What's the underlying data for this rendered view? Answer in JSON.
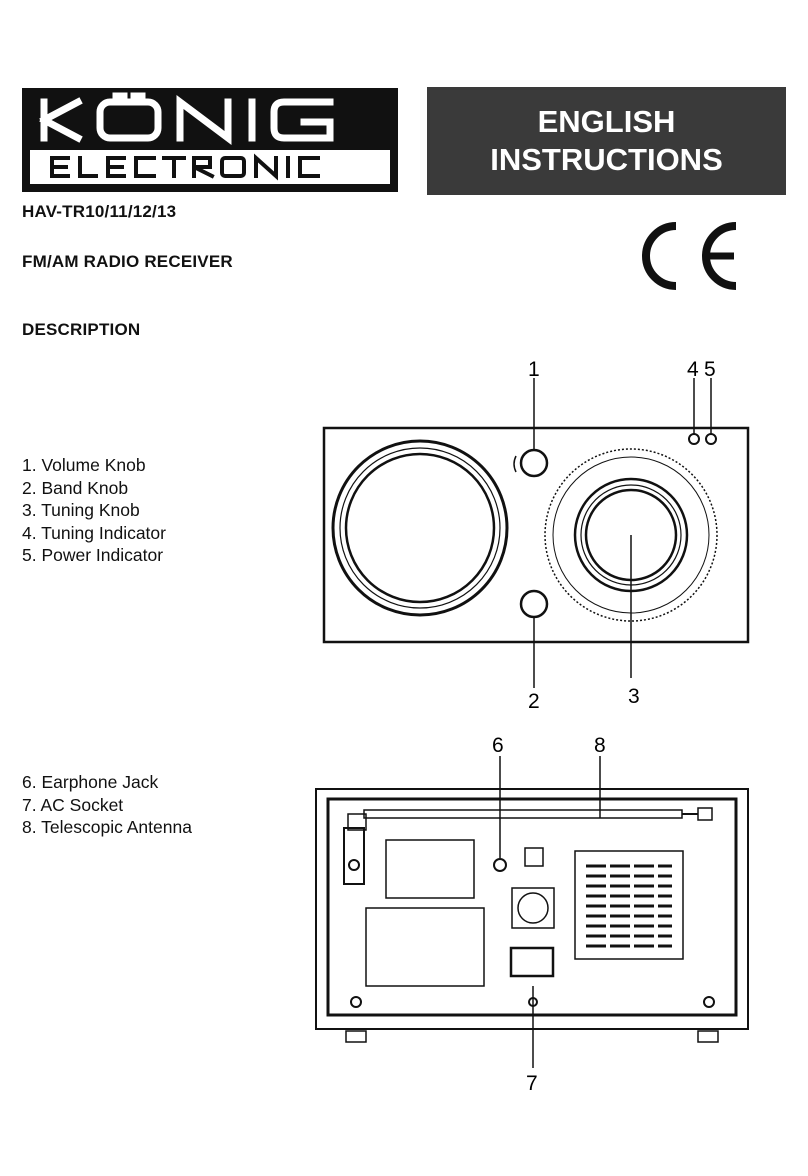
{
  "header": {
    "logo": {
      "brand": "KÖNIG",
      "sub": "ELECTRONIC"
    },
    "banner_line1": "ENGLISH",
    "banner_line2": "INSTRUCTIONS"
  },
  "model": "HAV-TR10/11/12/13",
  "product": "FM/AM RADIO RECEIVER",
  "section": "DESCRIPTION",
  "ce_mark": "CE",
  "front_items": [
    {
      "label": "1. Volume Knob"
    },
    {
      "label": "2. Band Knob"
    },
    {
      "label": "3. Tuning Knob"
    },
    {
      "label": "4. Tuning Indicator"
    },
    {
      "label": "5. Power Indicator"
    }
  ],
  "back_items": [
    {
      "label": "6. Earphone Jack"
    },
    {
      "label": "7. AC Socket"
    },
    {
      "label": "8. Telescopic Antenna"
    }
  ],
  "front_callouts": {
    "c1": "1",
    "c2": "2",
    "c3": "3",
    "c4": "4",
    "c5": "5"
  },
  "back_callouts": {
    "c6": "6",
    "c7": "7",
    "c8": "8"
  },
  "colors": {
    "banner_bg": "#3a3a3a",
    "ink": "#111111"
  }
}
